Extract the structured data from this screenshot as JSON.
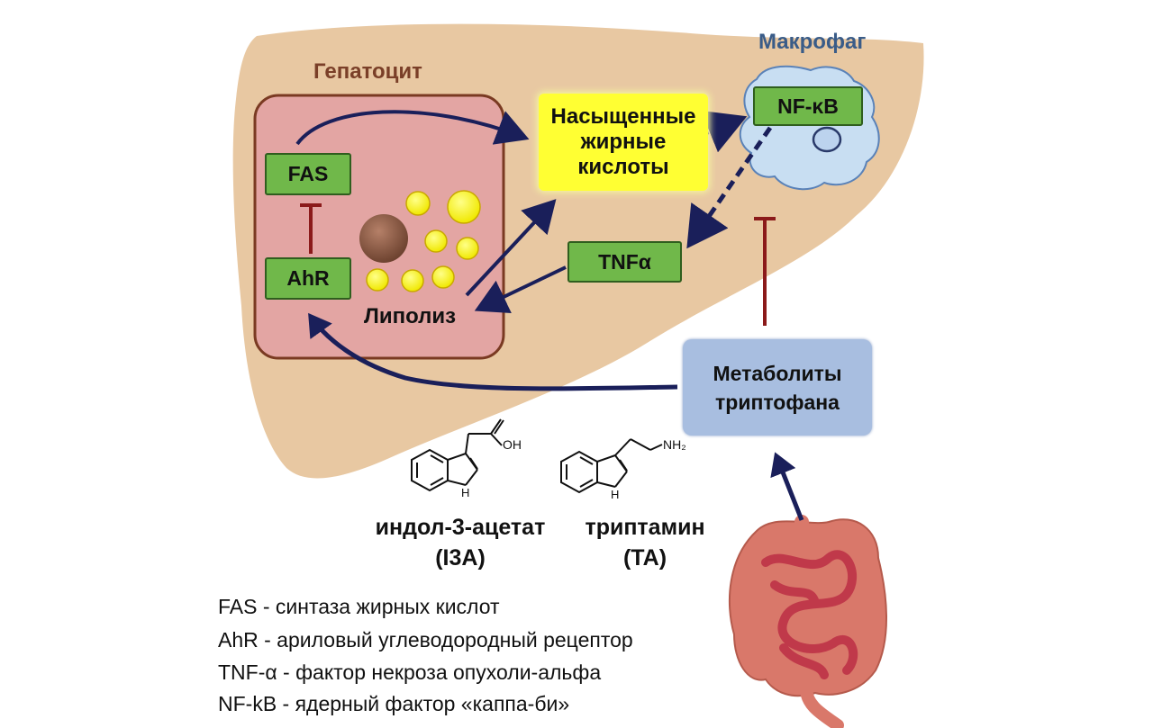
{
  "labels": {
    "hepatocyte": "Гепатоцит",
    "macrophage": "Макрофаг",
    "lipolysis": "Липолиз"
  },
  "boxes": {
    "fas": "FAS",
    "ahr": "AhR",
    "nfkb": "NF-κB",
    "tnfa": "TNFα",
    "saturated_fatty_acids": "Насыщенные\nжирные\nкислоты",
    "tryptophan_metabolites": "Метаболиты\nтриптофана"
  },
  "molecules": {
    "i3a": {
      "name": "индол-3-ацетат",
      "abbr": "(I3A)",
      "group_label": "OH",
      "nh_label": "H"
    },
    "ta": {
      "name": "триптамин",
      "abbr": "(TA)",
      "group_label": "NH₂",
      "nh_label": "H"
    }
  },
  "legend": [
    "FAS - синтаза жирных кислот",
    "AhR - ариловый углеводородный рецептор",
    "TNF-α - фактор некроза опухоли-альфа",
    "NF-kB - ядерный фактор «каппа-би»"
  ],
  "colors": {
    "liver": "#e8c8a2",
    "hepatocyte_fill": "#e0a0a0",
    "hepatocyte_border": "#7a3a22",
    "lipid_droplet": "#ffff22",
    "nucleus": "#8a5a42",
    "activation_arrow": "#1a1f5a",
    "inhibition": "#8b1a1a",
    "macrophage": "#c8def2",
    "intestine": "#d9786a"
  }
}
